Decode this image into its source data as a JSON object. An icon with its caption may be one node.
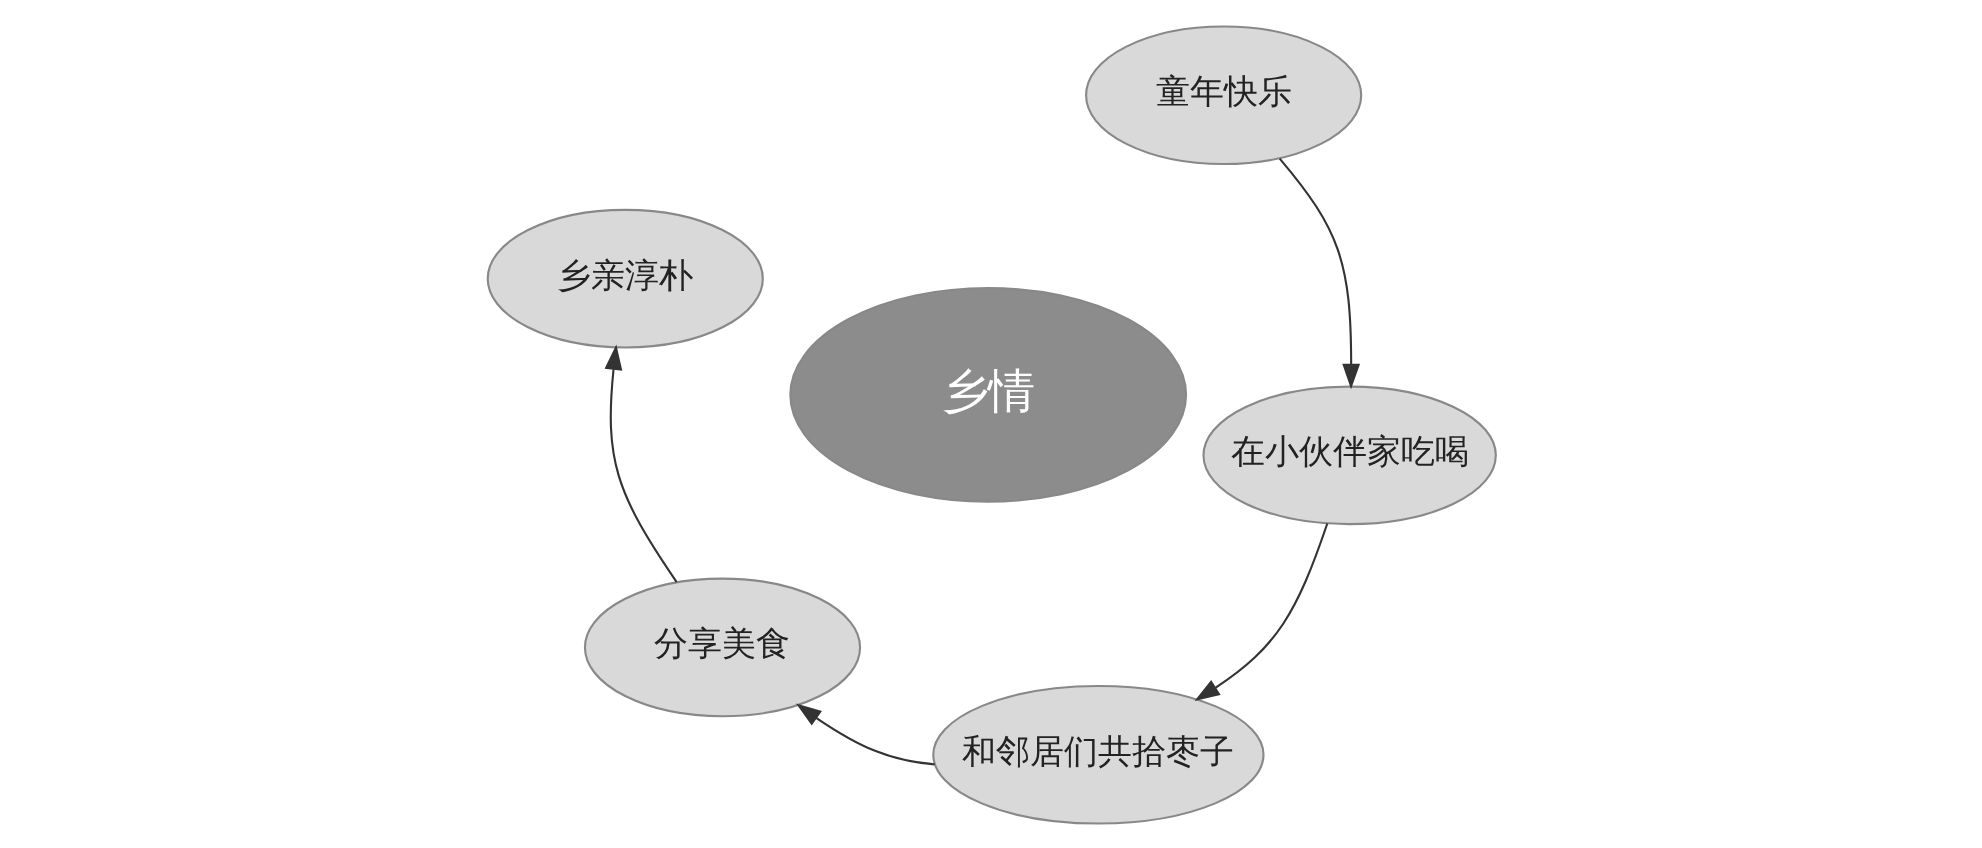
{
  "diagram": {
    "nodes": [
      {
        "text": [
          "和邻居们共拾枣子"
        ]
      },
      {
        "text": [
          "在小伙伴家吃喝"
        ]
      },
      {
        "text": [
          "分享美食"
        ]
      },
      {
        "text": [
          "乡情"
        ]
      },
      {
        "text": [
          "童年快乐"
        ]
      },
      {
        "text": [
          "乡亲淳朴"
        ]
      }
    ],
    "edges": [
      {
        "from": 4,
        "to": 1,
        "arrow": "to"
      },
      {
        "from": 1,
        "to": 0,
        "arrow": "to"
      },
      {
        "from": 0,
        "to": 2,
        "arrow": "to"
      },
      {
        "from": 2,
        "to": 5,
        "arrow": "to"
      }
    ]
  }
}
